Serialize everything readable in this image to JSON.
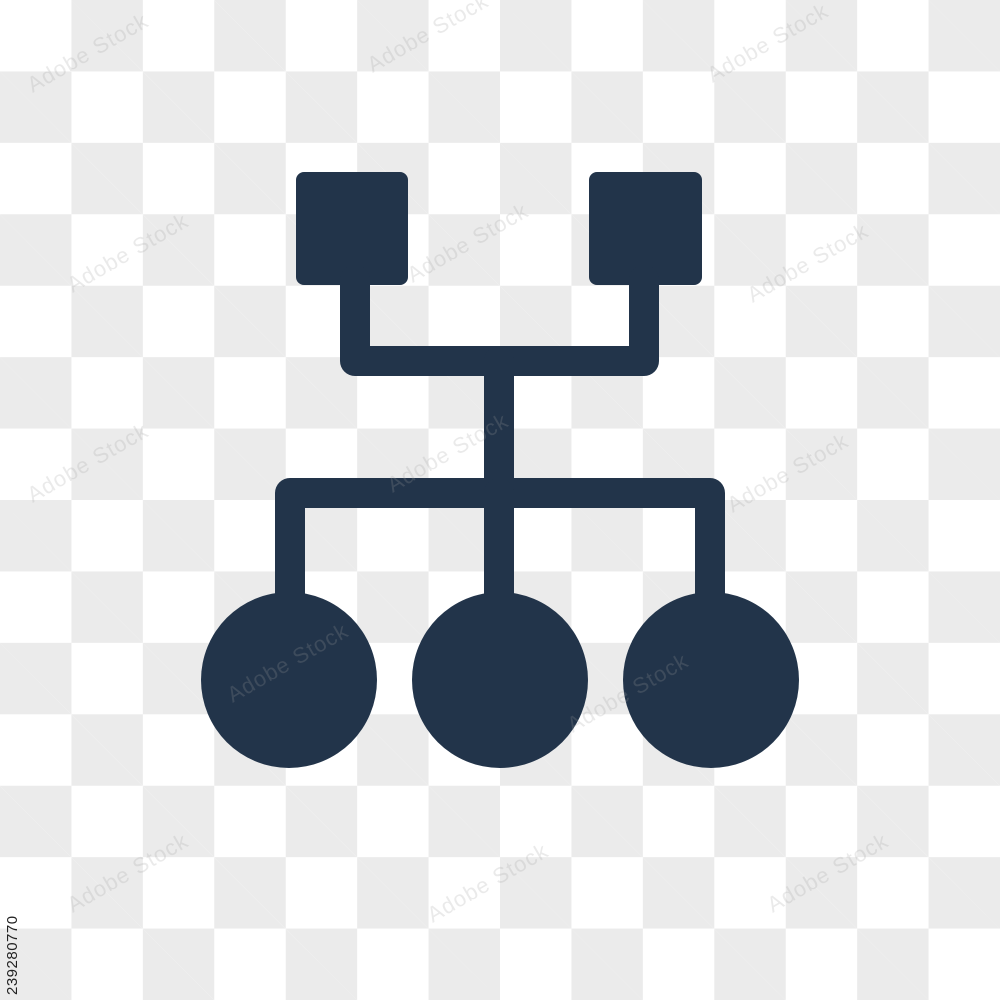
{
  "icon": {
    "name": "hierarchy-structure-icon",
    "color": "#22344a"
  },
  "background": {
    "pattern": "transparency-checkerboard",
    "light_color": "#ffffff",
    "dark_color": "#ebebeb"
  },
  "watermark": {
    "text": "Adobe Stock"
  },
  "stock_id": "239280770"
}
